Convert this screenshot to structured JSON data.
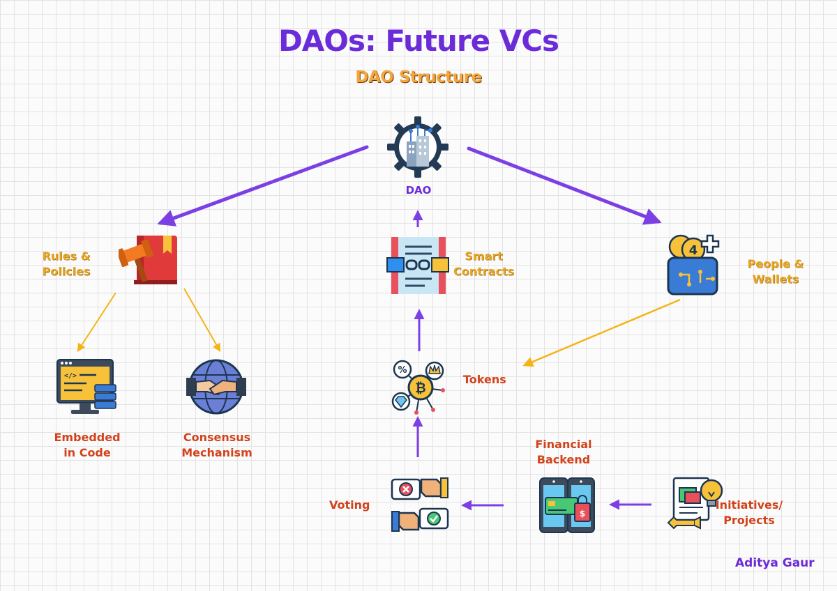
{
  "title": "DAOs: Future VCs",
  "subtitle": "DAO Structure",
  "author": "Aditya Gaur",
  "colors": {
    "primary": "#6b2bd9",
    "accent": "#f2a63b",
    "label_red": "#d2421b",
    "connector_gold": "#f5b415"
  },
  "nodes": {
    "dao": {
      "label": "DAO",
      "icon": "gear-building-icon"
    },
    "rules": {
      "line1": "Rules &",
      "line2": "Policies",
      "icon": "law-book-gavel-icon"
    },
    "smart_contracts": {
      "line1": "Smart",
      "line2": "Contracts",
      "icon": "contract-chain-icon"
    },
    "people": {
      "line1": "People &",
      "line2": "Wallets",
      "icon": "crypto-wallet-icon"
    },
    "embedded": {
      "line1": "Embedded",
      "line2": "in Code",
      "icon": "code-monitor-icon"
    },
    "consensus": {
      "line1": "Consensus",
      "line2": "Mechanism",
      "icon": "globe-handshake-icon"
    },
    "tokens": {
      "label": "Tokens",
      "icon": "token-network-icon"
    },
    "voting": {
      "label": "Voting",
      "icon": "thumbs-vote-icon"
    },
    "financial": {
      "line1": "Financial",
      "line2": "Backend",
      "icon": "mobile-finance-icon"
    },
    "initiatives": {
      "line1": "Initiatives/",
      "line2": "Projects",
      "icon": "idea-project-icon"
    }
  }
}
